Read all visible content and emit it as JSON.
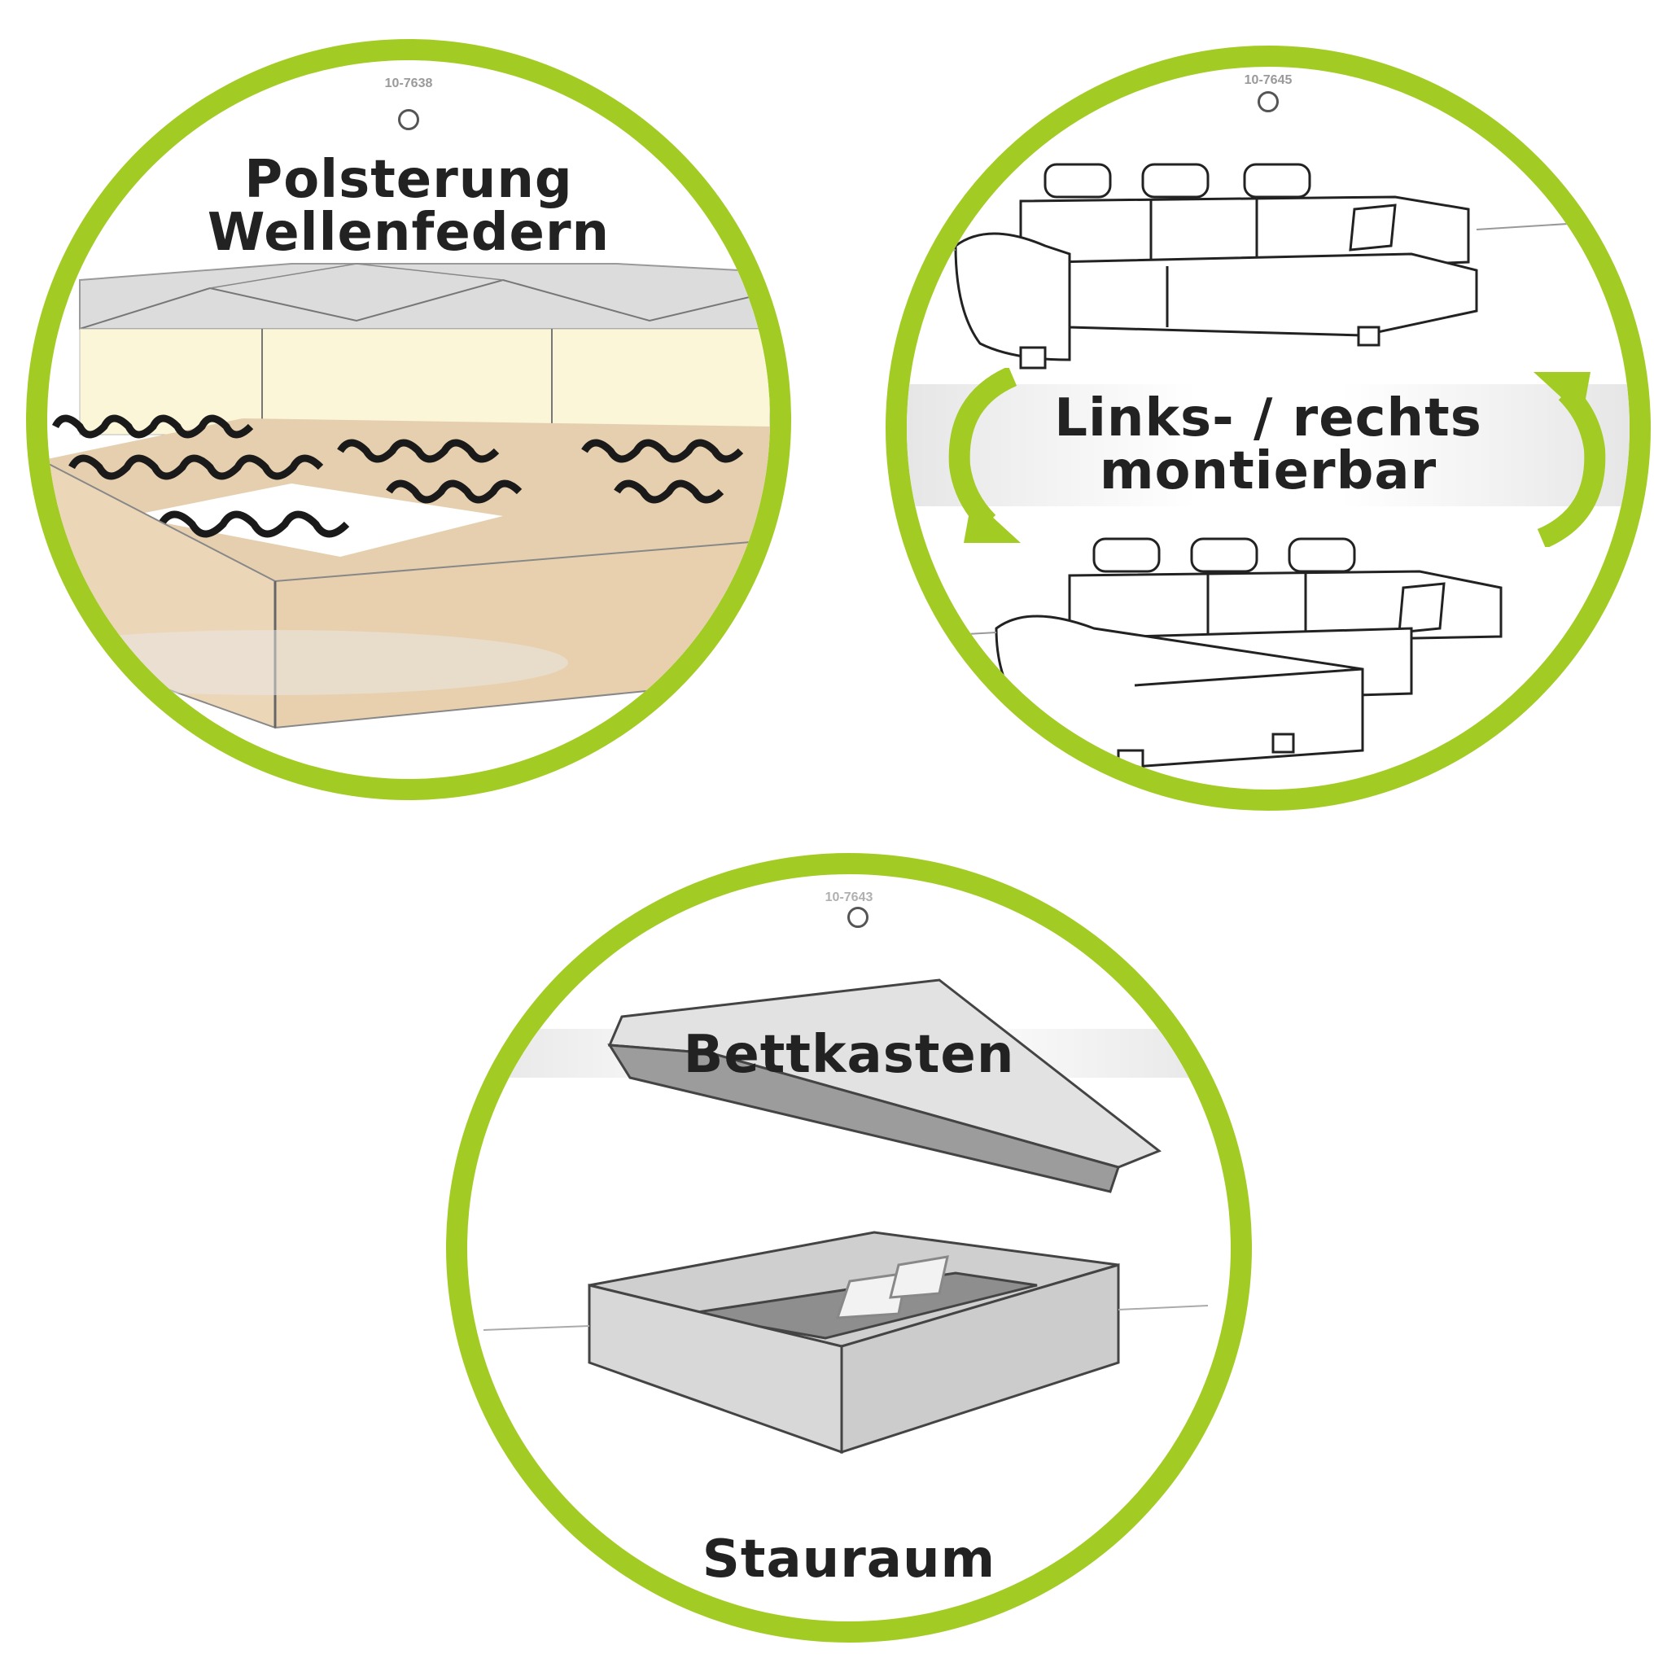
{
  "badges": [
    {
      "id": "polsterung",
      "code": "10-7638",
      "title_line1": "Polsterung",
      "title_line2": "Wellenfedern",
      "illustration": "mattress-with-wave-springs"
    },
    {
      "id": "montierbar",
      "code": "10-7645",
      "title_line1": "Links- / rechts",
      "title_line2": "montierbar",
      "illustration": "corner-sofa-left-right",
      "icons": [
        "swap-arrow-left-icon",
        "swap-arrow-right-icon"
      ]
    },
    {
      "id": "bettkasten",
      "code": "10-7643",
      "title_line1": "Bettkasten",
      "title_line2": "Stauraum",
      "illustration": "bed-storage-box-open"
    }
  ],
  "colors": {
    "ring": "#a2cc23",
    "text": "#222222",
    "code": "#9a9a9a",
    "foam": "#fbf6d8",
    "wood": "#e8d2b2",
    "box_gray": "#c8c8c8"
  }
}
